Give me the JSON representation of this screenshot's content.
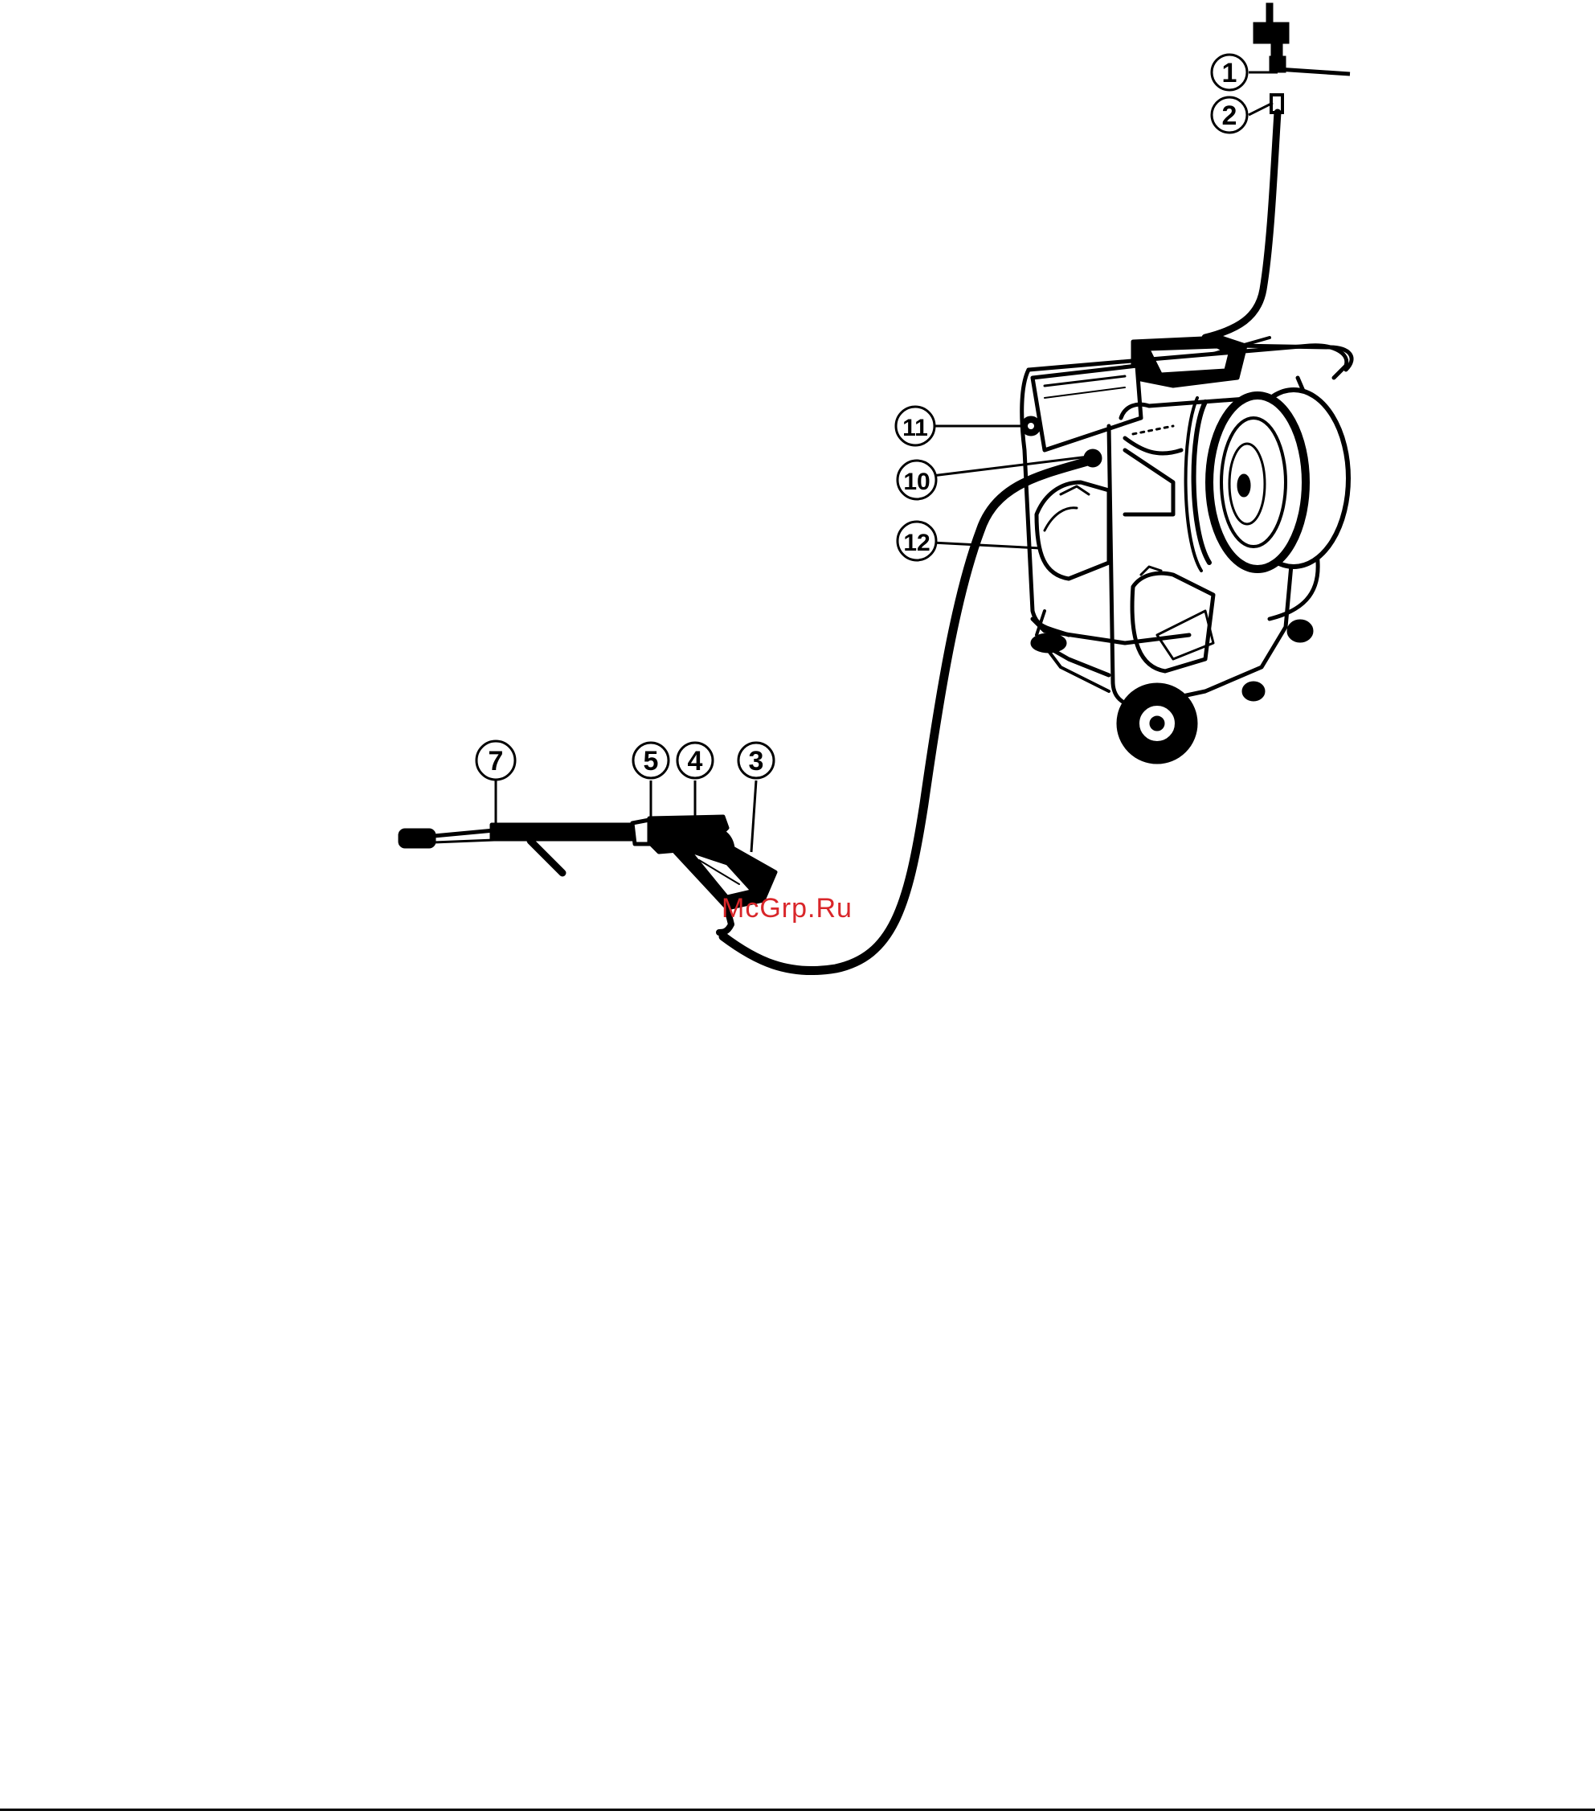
{
  "callouts": [
    {
      "id": "c1",
      "label": "1"
    },
    {
      "id": "c2",
      "label": "2"
    },
    {
      "id": "c3",
      "label": "3"
    },
    {
      "id": "c4",
      "label": "4"
    },
    {
      "id": "c5",
      "label": "5"
    },
    {
      "id": "c7",
      "label": "7"
    },
    {
      "id": "c10",
      "label": "10"
    },
    {
      "id": "c11",
      "label": "11"
    },
    {
      "id": "c12",
      "label": "12"
    }
  ],
  "watermark": "McGrp.Ru",
  "colors": {
    "ink": "#000000",
    "watermark": "#d9262a",
    "background": "#ffffff"
  }
}
